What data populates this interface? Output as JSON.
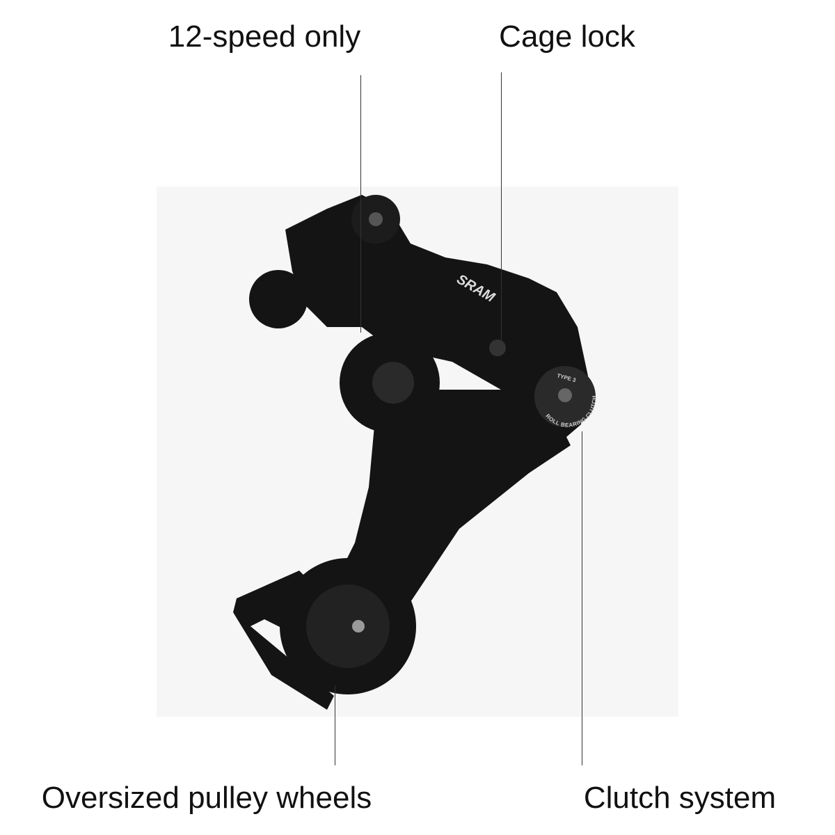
{
  "callouts": {
    "top_left": "12-speed only",
    "top_right": "Cage lock",
    "bottom_left": "Oversized pulley wheels",
    "bottom_right": "Clutch system"
  },
  "product": {
    "brand_mark": "SRAM",
    "clutch_text": "ROLL BEARING CLUTCH",
    "type_text": "TYPE 3"
  }
}
